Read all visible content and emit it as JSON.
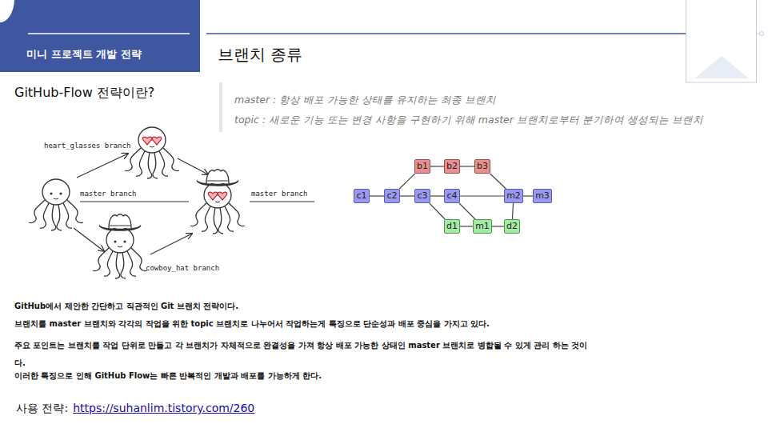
{
  "diagram": {
    "title": "브랜치 종류",
    "nodes": [
      {
        "text": [
          "b1"
        ]
      },
      {
        "text": [
          "b2"
        ]
      },
      {
        "text": [
          "b3"
        ]
      },
      {
        "text": [
          "c1"
        ]
      },
      {
        "text": [
          "c2"
        ]
      },
      {
        "text": [
          "c3"
        ]
      },
      {
        "text": [
          "c4"
        ]
      },
      {
        "text": [
          "m2"
        ]
      },
      {
        "text": [
          "m3"
        ]
      },
      {
        "text": [
          "d1"
        ]
      },
      {
        "text": [
          "m1"
        ]
      },
      {
        "text": [
          "d2"
        ]
      }
    ],
    "edges": [
      {
        "from": 3,
        "to": 4,
        "arrow": "none"
      },
      {
        "from": 4,
        "to": 5,
        "arrow": "none"
      },
      {
        "from": 5,
        "to": 6,
        "arrow": "none"
      },
      {
        "from": 6,
        "to": 7,
        "arrow": "none"
      },
      {
        "from": 7,
        "to": 8,
        "arrow": "none"
      },
      {
        "from": 4,
        "to": 0,
        "arrow": "none"
      },
      {
        "from": 0,
        "to": 1,
        "arrow": "none"
      },
      {
        "from": 1,
        "to": 2,
        "arrow": "none"
      },
      {
        "from": 2,
        "to": 7,
        "arrow": "none"
      },
      {
        "from": 5,
        "to": 9,
        "arrow": "none"
      },
      {
        "from": 9,
        "to": 10,
        "arrow": "none"
      },
      {
        "from": 6,
        "to": 10,
        "arrow": "none"
      },
      {
        "from": 10,
        "to": 11,
        "arrow": "none"
      },
      {
        "from": 11,
        "to": 7,
        "arrow": "none"
      }
    ],
    "labels": [
      "미니 프로젝트 개발 전략",
      "GitHub-Flow 전략이란?",
      "master : 항상 배포 가능한 상태를 유지하는 최종 브랜치",
      "topic : 새로운 기능 또는 변경 사항을 구현하기 위해 master 브랜치로부터 분기하여 생성되는 브랜치",
      "heart_glasses branch",
      "master branch",
      "master branch",
      "cowboy_hat branch",
      "GitHub에서 제안한 간단하고 직관적인 Git 브랜치 전략이다.",
      "브랜치를 master 브랜치와 각각의 작업을 위한 topic 브랜치로 나누어서 작업하는게 특징으로 단순성과 배포 중심을 가지고 있다.",
      "주요 포인트는 브랜치를 작업 단위로 만들고 각 브랜치가 자체적으로 완결성을 가져 항상 배포 가능한 상태인 master 브랜치로 병합될 수 있게 관리 하는 것이다.",
      "이러한 특징으로 인해 GitHub Flow는 빠른 반복적인 개발과 배포를 가능하게 한다.",
      "사용 전략:",
      "https://suhanlim.tistory.com/260"
    ]
  }
}
